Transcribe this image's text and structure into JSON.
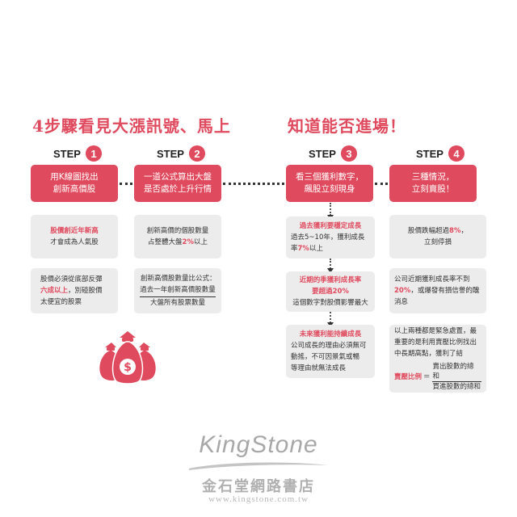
{
  "headline_left": "4步驟看見大漲訊號、馬上",
  "headline_right": "知道能否進場！",
  "step_word": "STEP",
  "steps": [
    {
      "num": "1",
      "line1": "用K線圖找出",
      "line2": "創新高價股"
    },
    {
      "num": "2",
      "line1": "一道公式算出大盤",
      "line2": "是否處於上升行情"
    },
    {
      "num": "3",
      "line1": "看三個獲利數字，",
      "line2": "飆股立刻現身"
    },
    {
      "num": "4",
      "line1": "三種情況，",
      "line2": "立刻賣股！"
    }
  ],
  "col1": {
    "card1_red": "股價創近年新高",
    "card1_text": "才會成為人氣股",
    "card2_line1": "股價必須從底部反彈",
    "card2_red": "六成以上",
    "card2_line2b": "，別碰股價",
    "card2_line3": "太便宜的股票"
  },
  "col2": {
    "card1_line1": "創新高價的個股數量",
    "card1_line2a": "占整體大盤",
    "card1_red": "2%",
    "card1_line2b": "以上",
    "card2_title": "創新高價股數量比公式：",
    "card2_numerator": "過去一年創新高價股數量",
    "card2_denominator": "大盤所有股票數量"
  },
  "col3": {
    "card1_red": "過去獲利要穩定成長",
    "card1_line1": "過去5~10年，獲利成長",
    "card1_line2a": "率",
    "card1_red2": "7%",
    "card1_line2b": "以上",
    "card2_red1": "近期的季獲利成長率",
    "card2_red2": "要超過20%",
    "card2_text": "這個數字對股價影響最大",
    "card3_red": "未來獲利能持續成長",
    "card3_line1": "公司成長的理由必須無可",
    "card3_line2": "動搖，不可因景氣或暢",
    "card3_line3": "等理由就無法成長"
  },
  "col4": {
    "card1_line1a": "股價跌幅超過",
    "card1_red": "8%",
    "card1_line1b": "，",
    "card1_line2": "立刻停損",
    "card2_line1": "公司近期獲利成長率不到",
    "card2_red": "20%",
    "card2_line2b": "，或爆發有損信譽的醜",
    "card2_line3": "消息",
    "card3_line1": "以上兩種都是緊急處置，最",
    "card3_line2": "重要的是利用賣壓比例找出",
    "card3_line3": "中長期高點，獲利了結",
    "card3_formula_label": "賣壓比例",
    "card3_formula_eq": "＝",
    "card3_numerator": "賣出股數的總和",
    "card3_denominator": "買進股數的總和"
  },
  "logo": {
    "main": "KingStone",
    "cn": "金石堂網路書店",
    "url": "www.kingstone.com.tw"
  },
  "colors": {
    "accent": "#e04a5e",
    "card": "#ececec"
  }
}
